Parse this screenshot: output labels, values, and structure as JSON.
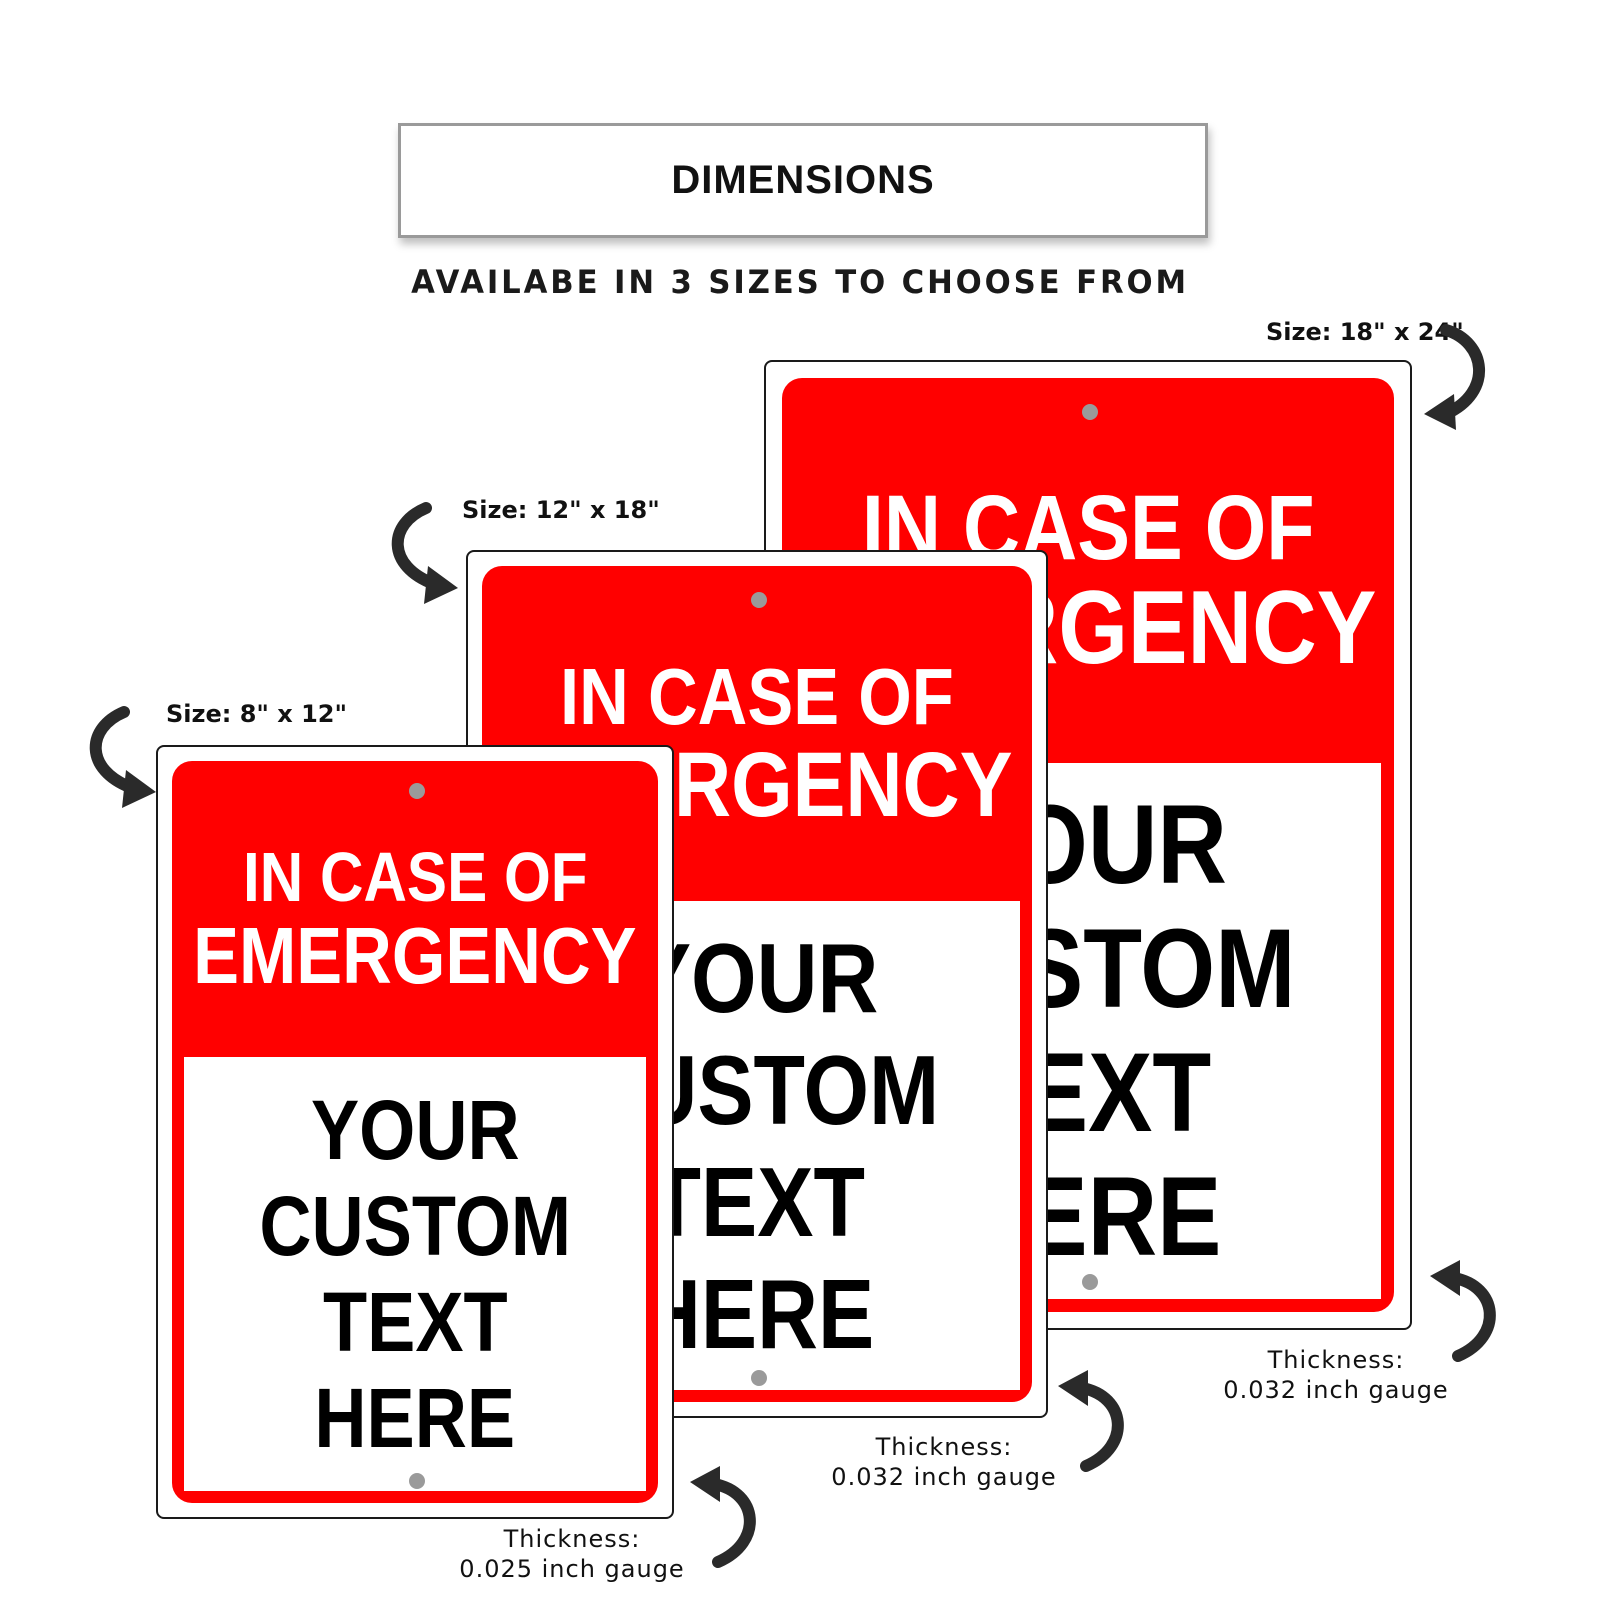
{
  "header": {
    "title": "DIMENSIONS",
    "subtitle": "AVAILABE IN 3 SIZES TO CHOOSE FROM"
  },
  "sign_text": {
    "top_line1": "IN CASE OF",
    "top_line2": "EMERGENCY",
    "body_line1": "YOUR",
    "body_line2": "CUSTOM",
    "body_line3": "TEXT",
    "body_line4": "HERE"
  },
  "sizes": {
    "small": {
      "size_label": "Size: 8\" x 12\"",
      "thickness_title": "Thickness:",
      "thickness_value": "0.025 inch gauge"
    },
    "medium": {
      "size_label": "Size: 12\" x 18\"",
      "thickness_title": "Thickness:",
      "thickness_value": "0.032 inch gauge"
    },
    "large": {
      "size_label": "Size: 18\" x 24\"",
      "thickness_title": "Thickness:",
      "thickness_value": "0.032 inch gauge"
    }
  },
  "colors": {
    "sign_red": "#ff0000",
    "sign_white": "#ffffff",
    "text_black": "#000000",
    "mount_hole": "#9a9a9a"
  },
  "icons": [
    "curved-arrow-icon"
  ]
}
